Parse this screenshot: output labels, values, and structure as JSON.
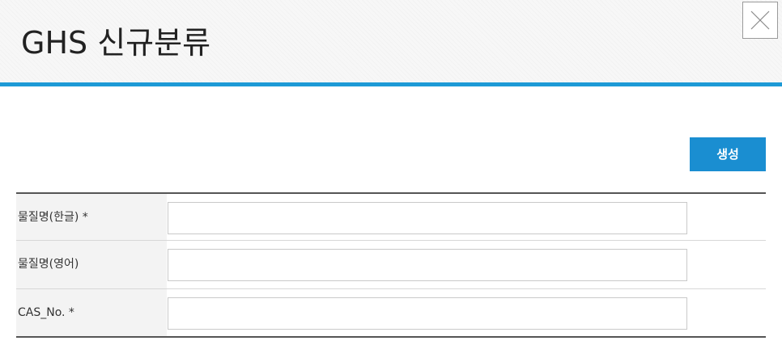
{
  "dialog": {
    "title": "GHS 신규분류",
    "close_icon": "close-icon"
  },
  "toolbar": {
    "create_label": "생성"
  },
  "form": {
    "rows": [
      {
        "label": "물질명(한글) *",
        "value": "",
        "placeholder": ""
      },
      {
        "label": "물질명(영어)",
        "value": "",
        "placeholder": ""
      },
      {
        "label": "CAS_No. *",
        "value": "",
        "placeholder": ""
      }
    ]
  },
  "colors": {
    "accent": "#1d9ad6",
    "button": "#1a8ed1"
  }
}
